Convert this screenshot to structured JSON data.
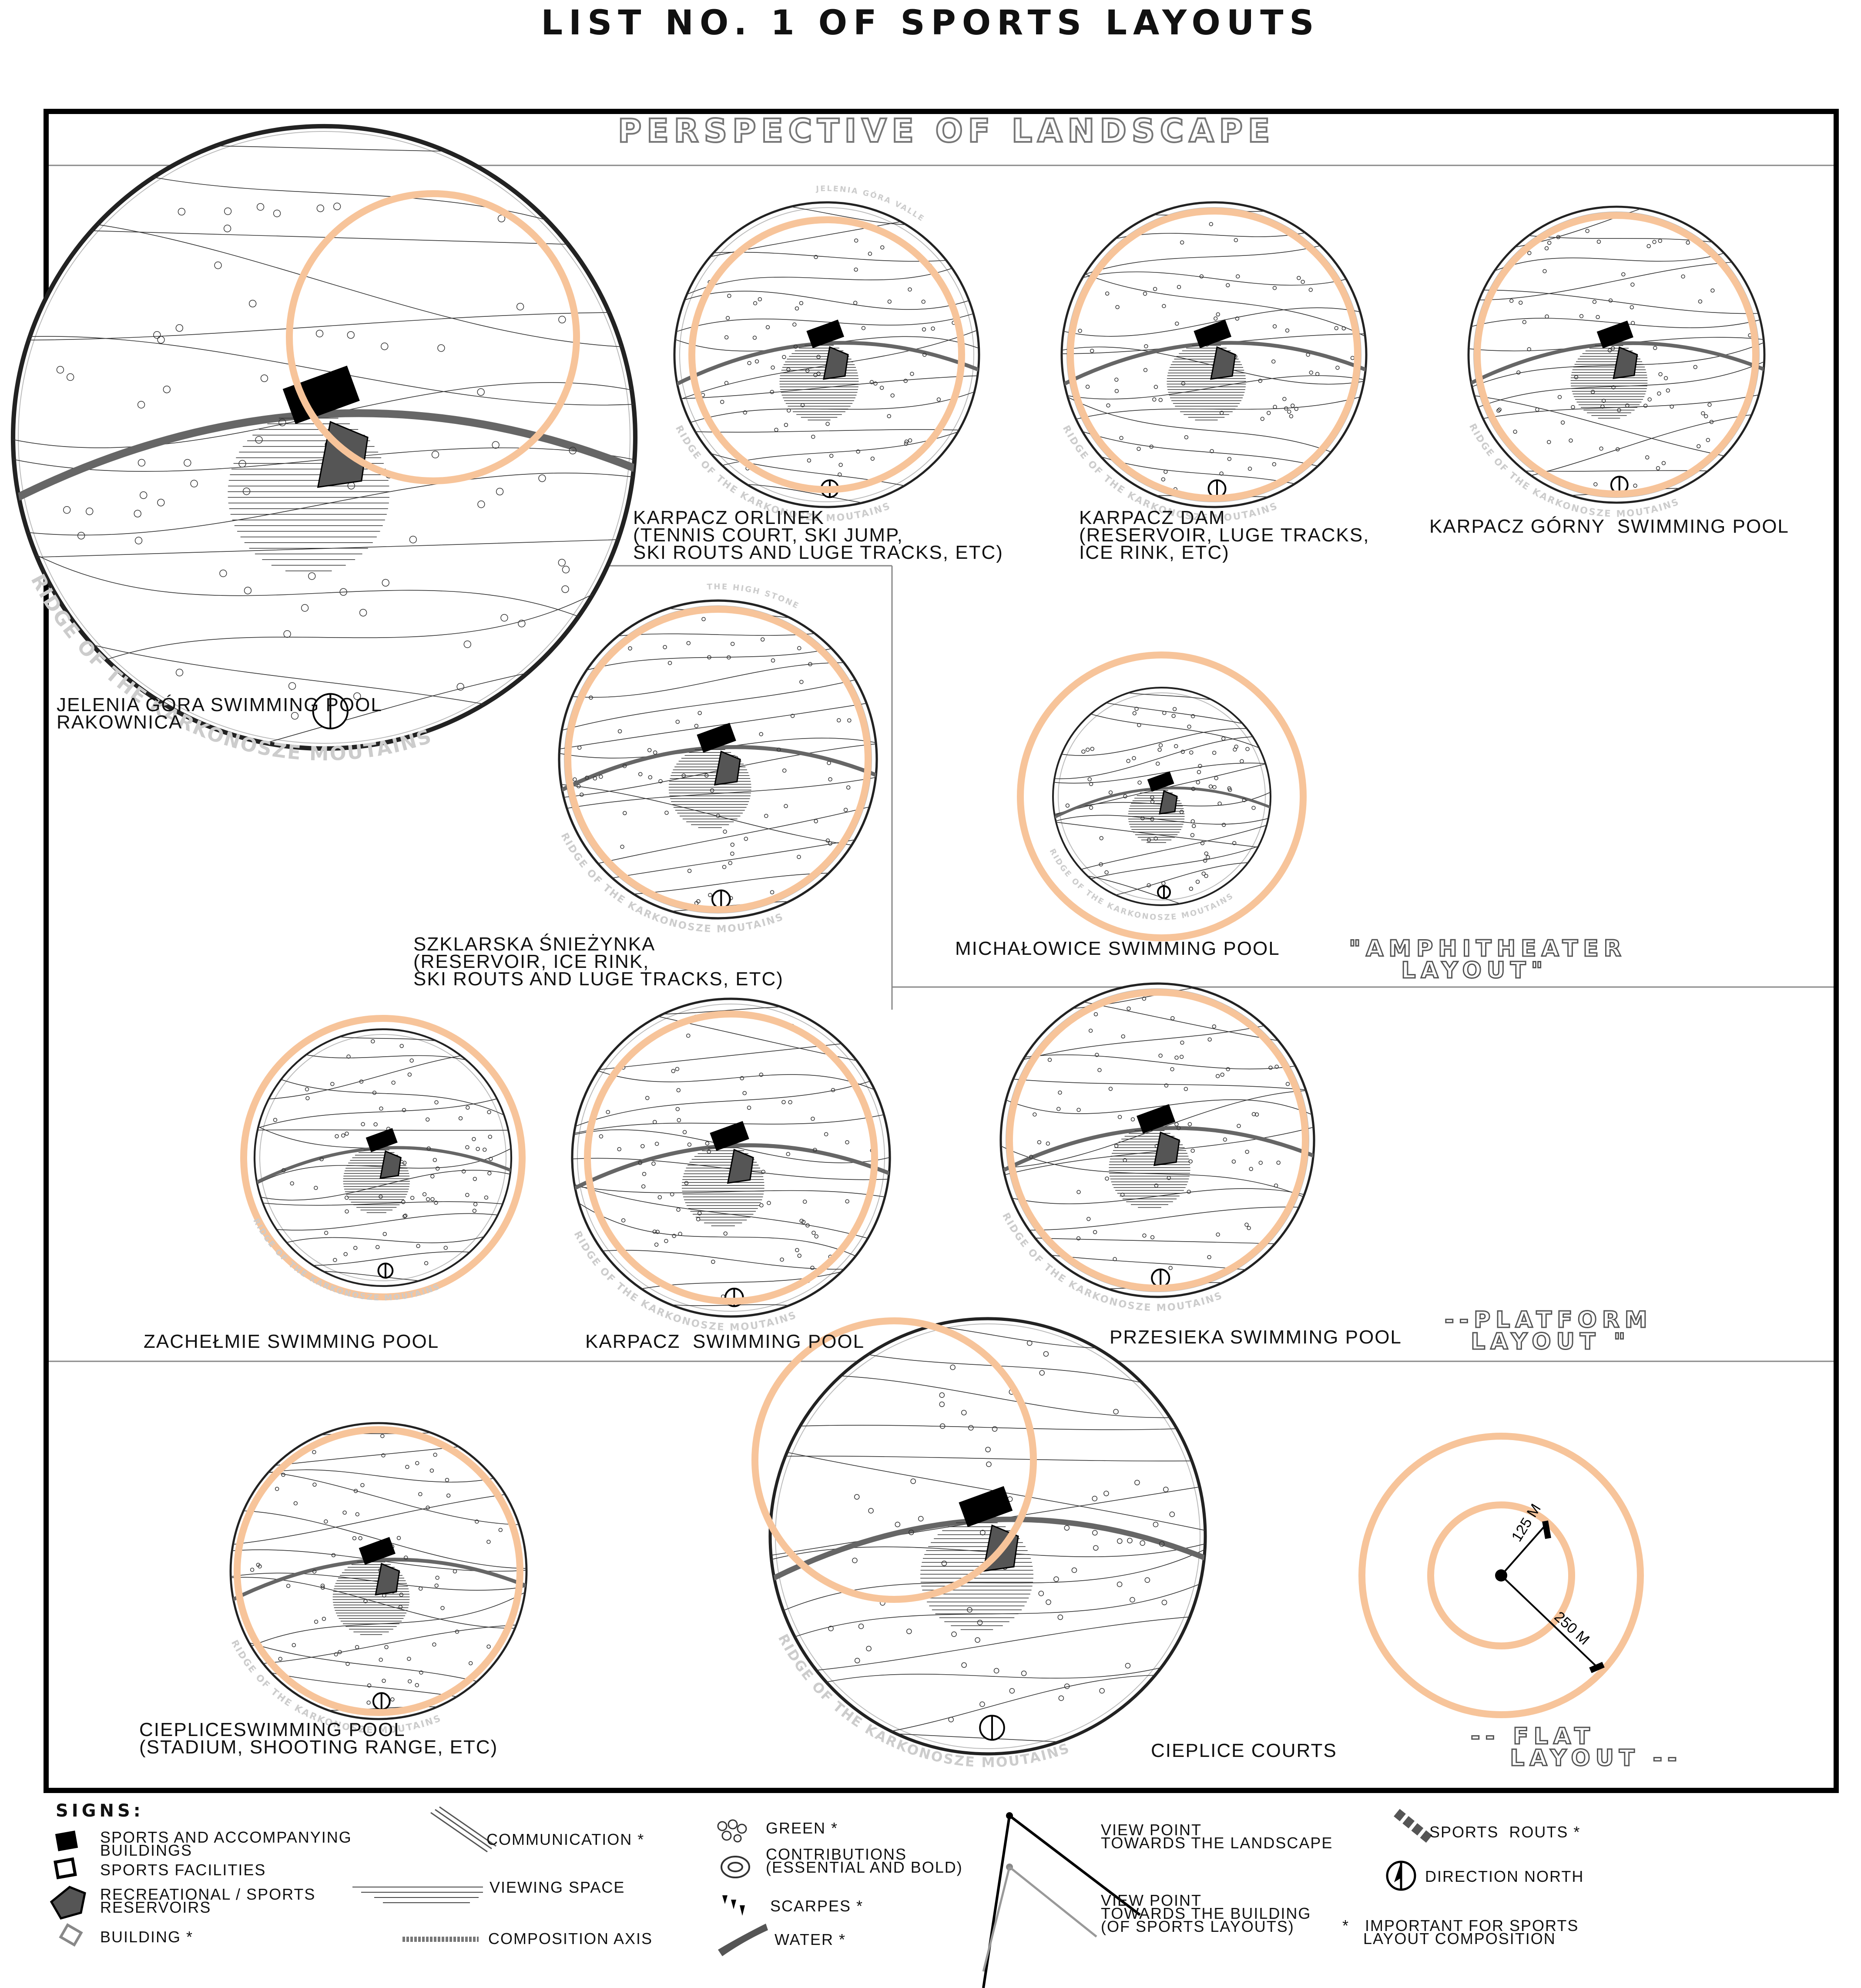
{
  "title": "LIST NO. 1   OF SPORTS LAYOUTS",
  "band_title": "PERSPECTIVE OF LANDSCAPE",
  "ridge_label": "RIDGE OF THE KARKONOSZE MOUTAINS",
  "maps": [
    {
      "label": "JELENIA GÓRA SWIMMING POOL\nRAKOWNICA"
    },
    {
      "label": "KARPACZ ORLINEK\n(TENNIS COURT, SKI JUMP,\nSKI ROUTS AND LUGE TRACKS, ETC)",
      "extra": "JELENIA GÓRA VALLEY"
    },
    {
      "label": "KARPACZ DAM\n(RESERVOIR, LUGE TRACKS,\nICE RINK, ETC)"
    },
    {
      "label": "KARPACZ GÓRNY  SWIMMING POOL"
    },
    {
      "label": "SZKLARSKA ŚNIEŻYNKA\n(RESERVOIR, ICE RINK,\nSKI ROUTS AND LUGE TRACKS, ETC)",
      "extra": "THE HIGH STONE"
    },
    {
      "label": "MICHAŁOWICE SWIMMING POOL"
    },
    {
      "label": "ZACHEŁMIE SWIMMING POOL"
    },
    {
      "label": "KARPACZ  SWIMMING POOL"
    },
    {
      "label": "PRZESIEKA SWIMMING POOL"
    },
    {
      "label": "CIEPLICESWIMMING POOL\n(STADIUM, SHOOTING RANGE, ETC)"
    },
    {
      "label": "CIEPLICE COURTS"
    }
  ],
  "layouts": {
    "amphitheater": "\"AMPHITHEATER\n    LAYOUT\"",
    "platform": "--PLATFORM\n  LAYOUT \"",
    "flat": "-- FLAT\n   LAYOUT --"
  },
  "scale": {
    "inner": "125 M",
    "outer": "250 M"
  },
  "legend": {
    "heading": "SIGNS:",
    "items": {
      "sports_buildings": "SPORTS AND ACCOMPANYING\nBUILDINGS",
      "sports_facilities": "SPORTS FACILITIES",
      "reservoirs": "RECREATIONAL / SPORTS\nRESERVOIRS",
      "building": "BUILDING *",
      "communication": "COMMUNICATION *",
      "viewing_space": "VIEWING SPACE",
      "composition_axis": "COMPOSITION AXIS",
      "green": "GREEN *",
      "contributions": "CONTRIBUTIONS\n(ESSENTIAL AND BOLD)",
      "scarpes": "SCARPES *",
      "water": "WATER *",
      "view_landscape": "VIEW POINT\nTOWARDS THE LANDSCAPE",
      "view_building": "VIEW POINT\nTOWARDS THE BUILDING\n(OF SPORTS LAYOUTS)",
      "sports_routs": "SPORTS  ROUTS *",
      "north": "DIRECTION NORTH",
      "important": "*   IMPORTANT FOR SPORTS\n    LAYOUT COMPOSITION"
    }
  },
  "colors": {
    "orange_ring": "#f7c49a",
    "frame": "#000000",
    "band_text": "#777777",
    "reservoir": "#555555"
  }
}
